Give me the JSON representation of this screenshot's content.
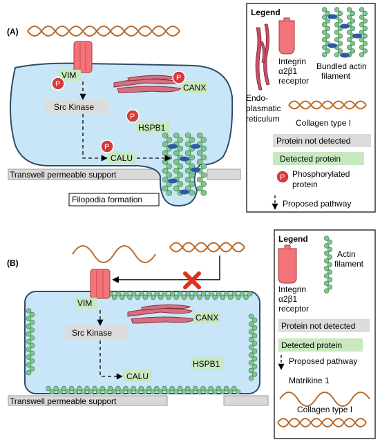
{
  "panelA": {
    "label": "(A)",
    "vim": "VIM",
    "src": "Src Kinase",
    "canx": "CANX",
    "hspb1": "HSPB1",
    "calu": "CALU",
    "transwell": "Transwell permeable support",
    "filopodia": "Filopodia formation",
    "p": "P"
  },
  "legendA": {
    "title": "Legend",
    "er_1": "Endo-",
    "er_2": "plasmatic",
    "er_3": "reticulum",
    "integrin_1": "Integrin",
    "integrin_2": "α2β1",
    "integrin_3": "receptor",
    "actin_1": "Bundled actin",
    "actin_2": "filament",
    "collagen": "Collagen type I",
    "not_detected": "Protein not detected",
    "detected": "Detected protein",
    "p": "P",
    "phospho_1": "Phosphorylated",
    "phospho_2": "protein",
    "pathway": "Proposed pathway"
  },
  "panelB": {
    "label": "(B)",
    "vim": "VIM",
    "src": "Src Kinase",
    "canx": "CANX",
    "hspb1": "HSPB1",
    "calu": "CALU",
    "transwell": "Transwell permeable support"
  },
  "legendB": {
    "title": "Legend",
    "integrin_1": "Integrin",
    "integrin_2": "α2β1",
    "integrin_3": "receptor",
    "actin_1": "Actin",
    "actin_2": "filament",
    "not_detected": "Protein not detected",
    "detected": "Detected protein",
    "pathway": "Proposed pathway",
    "matrikine": "Matrikine 1",
    "collagen": "Collagen type I"
  },
  "colors": {
    "cell_fill": "#c8e6f7",
    "cell_stroke": "#2e4a66",
    "detected_box": "#c8e8c0",
    "not_detected_box": "#dcdcdc",
    "receptor": "#f2737a",
    "er": "#c8506a",
    "actin_bead": "#7fc48e",
    "actin_link": "#2a5aa8",
    "collagen": "#b86a2a",
    "phospho": "#d63a3a",
    "inhibit": "#e0301e"
  }
}
